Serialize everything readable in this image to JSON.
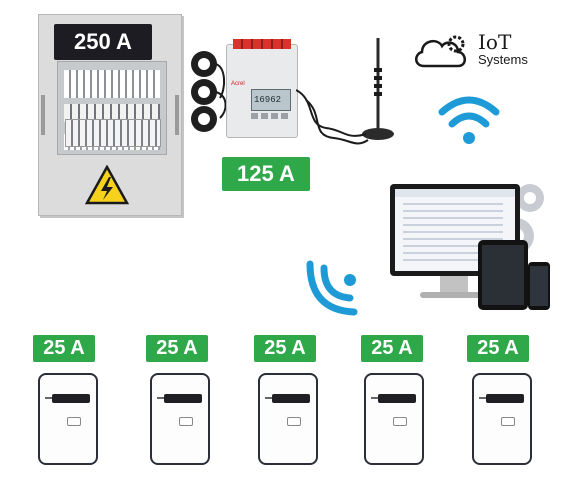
{
  "main_panel": {
    "current_label": "250 A"
  },
  "meter": {
    "current_label": "125 A",
    "display_reading": "16962",
    "brand_text": "Acrel"
  },
  "logo": {
    "iot_text": "IoT",
    "systems_text": "Systems"
  },
  "chargers": [
    {
      "label": "25 A"
    },
    {
      "label": "25 A"
    },
    {
      "label": "25 A"
    },
    {
      "label": "25 A"
    },
    {
      "label": "25 A"
    }
  ],
  "colors": {
    "label_green": "#2fa84a",
    "panel_label_dark": "#1c1c22",
    "wifi_blue": "#1e9bd7",
    "gear_grey": "#c8ccd2"
  }
}
